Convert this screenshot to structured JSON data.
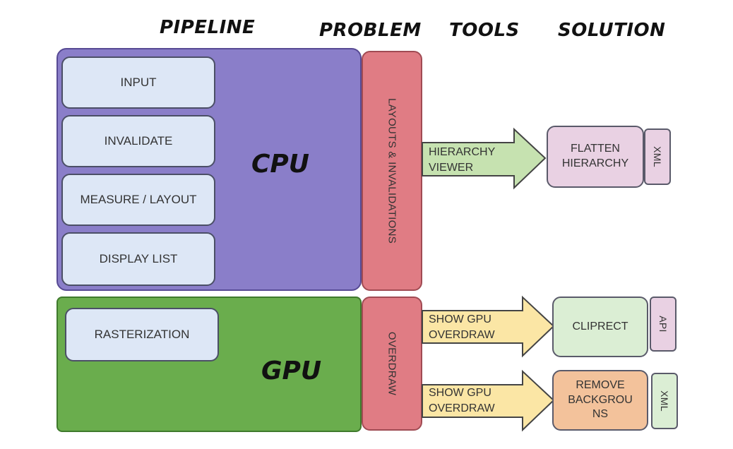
{
  "headers": {
    "pipeline": "PIPELINE",
    "problem": "PROBLEM",
    "tools": "TOOLS",
    "solution": "SOLUTION"
  },
  "cpu": {
    "label": "CPU",
    "stages": [
      "INPUT",
      "INVALIDATE",
      "MEASURE / LAYOUT",
      "DISPLAY LIST"
    ]
  },
  "gpu": {
    "label": "GPU",
    "stages": [
      "RASTERIZATION"
    ]
  },
  "problems": {
    "cpu": "LAYOUTS & INVALIDATIONS",
    "gpu": "OVERDRAW"
  },
  "tools": {
    "hierarchy_viewer": {
      "line1": "HIERARCHY",
      "line2": "VIEWER"
    },
    "gpu_overdraw_1": {
      "line1": "SHOW GPU",
      "line2": "OVERDRAW"
    },
    "gpu_overdraw_2": {
      "line1": "SHOW GPU",
      "line2": "OVERDRAW"
    }
  },
  "solutions": {
    "flatten": {
      "line1": "FLATTEN",
      "line2": "HIERARCHY",
      "tag": "XML"
    },
    "cliprect": {
      "line1": "CLIPRECT",
      "tag": "API"
    },
    "remove_bg": {
      "line1": "REMOVE",
      "line2": "BACKGROU",
      "line3": "NS",
      "tag": "XML"
    }
  },
  "colors": {
    "cpu_fill": "#8a7ec9",
    "gpu_fill": "#6aad4d",
    "stage_fill": "#dde7f6",
    "problem_fill": "#e07c84",
    "arrow_green": "#c6e2b0",
    "arrow_yellow": "#fbe6a5",
    "sol_pink": "#e9d1e3",
    "sol_green": "#dbeed4",
    "sol_orange": "#f3c29b"
  }
}
